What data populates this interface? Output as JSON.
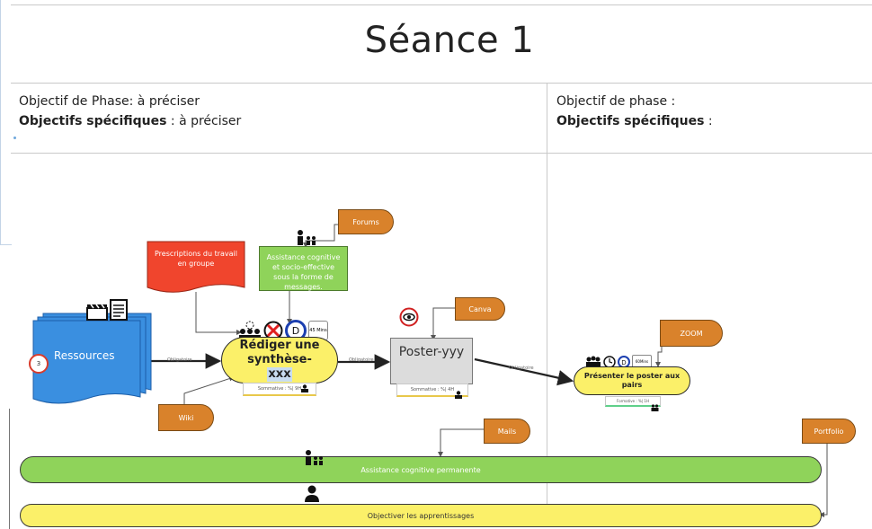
{
  "title": "Séance 1",
  "phase_left": {
    "objectif_label": "Objectif de Phase: à préciser",
    "specifiques_label": "Objectifs spécifiques",
    "specifiques_value": " : à préciser"
  },
  "phase_right": {
    "objectif_label": "Objectif de phase :",
    "specifiques_label": "Objectifs spécifiques",
    "specifiques_value": " :"
  },
  "tags": {
    "forums": "Forums",
    "canva": "Canva",
    "zoom": "ZOOM",
    "wiki": "Wiki",
    "mails": "Mails",
    "portfolio": "Portfolio"
  },
  "boxes": {
    "prescriptions": "Prescriptions du travail en groupe",
    "assistance_msg": "Assistance cognitive et socio-effective sous la forme de messages.",
    "ressources": "Ressources",
    "ressources_badge": "3"
  },
  "activities": {
    "rediger": {
      "title": "Rédiger une synthèse-",
      "highlight": "xxx",
      "duration": "45 Mins",
      "summary": "Sommative : %| 9H",
      "clock_letter": "D"
    },
    "poster": {
      "title": "Poster-yyy",
      "summary": "Sommative : %| 4H"
    },
    "presenter": {
      "title": "Présenter le poster aux pairs",
      "summary": "Formative : %| 1H",
      "duration": "60Mins"
    }
  },
  "edges": {
    "e1": "Obligatoire",
    "e2": "Obligatoire",
    "e3": "Obligatoire"
  },
  "bars": {
    "assistance": "Assistance cognitive permanente",
    "objectiver": "Objectiver les apprentissages"
  },
  "colors": {
    "green": "#8fd35a",
    "yellow": "#fbf069",
    "orange": "#d9822b",
    "red": "#f0452d",
    "blue": "#3a8fe0"
  }
}
